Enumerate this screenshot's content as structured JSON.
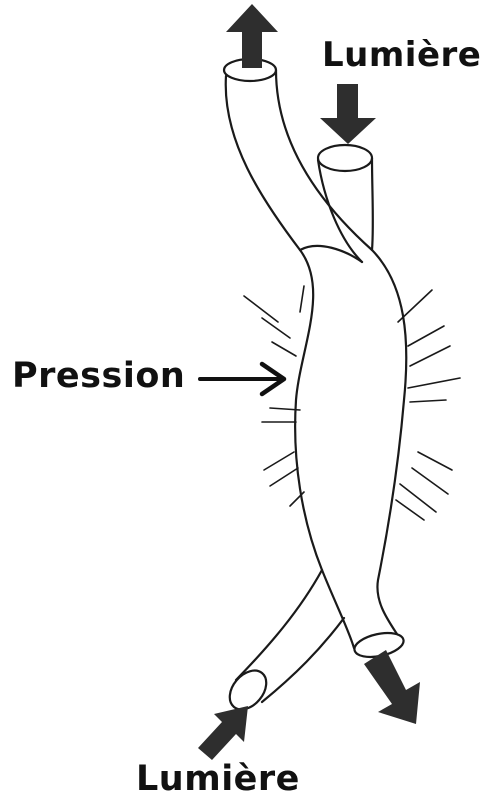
{
  "labels": {
    "light_top": "Lumière",
    "pressure": "Pression",
    "light_bottom": "Lumière"
  },
  "colors": {
    "stroke": "#1a1a1a",
    "arrow_fill": "#2e2e2e",
    "background": "#ffffff"
  }
}
